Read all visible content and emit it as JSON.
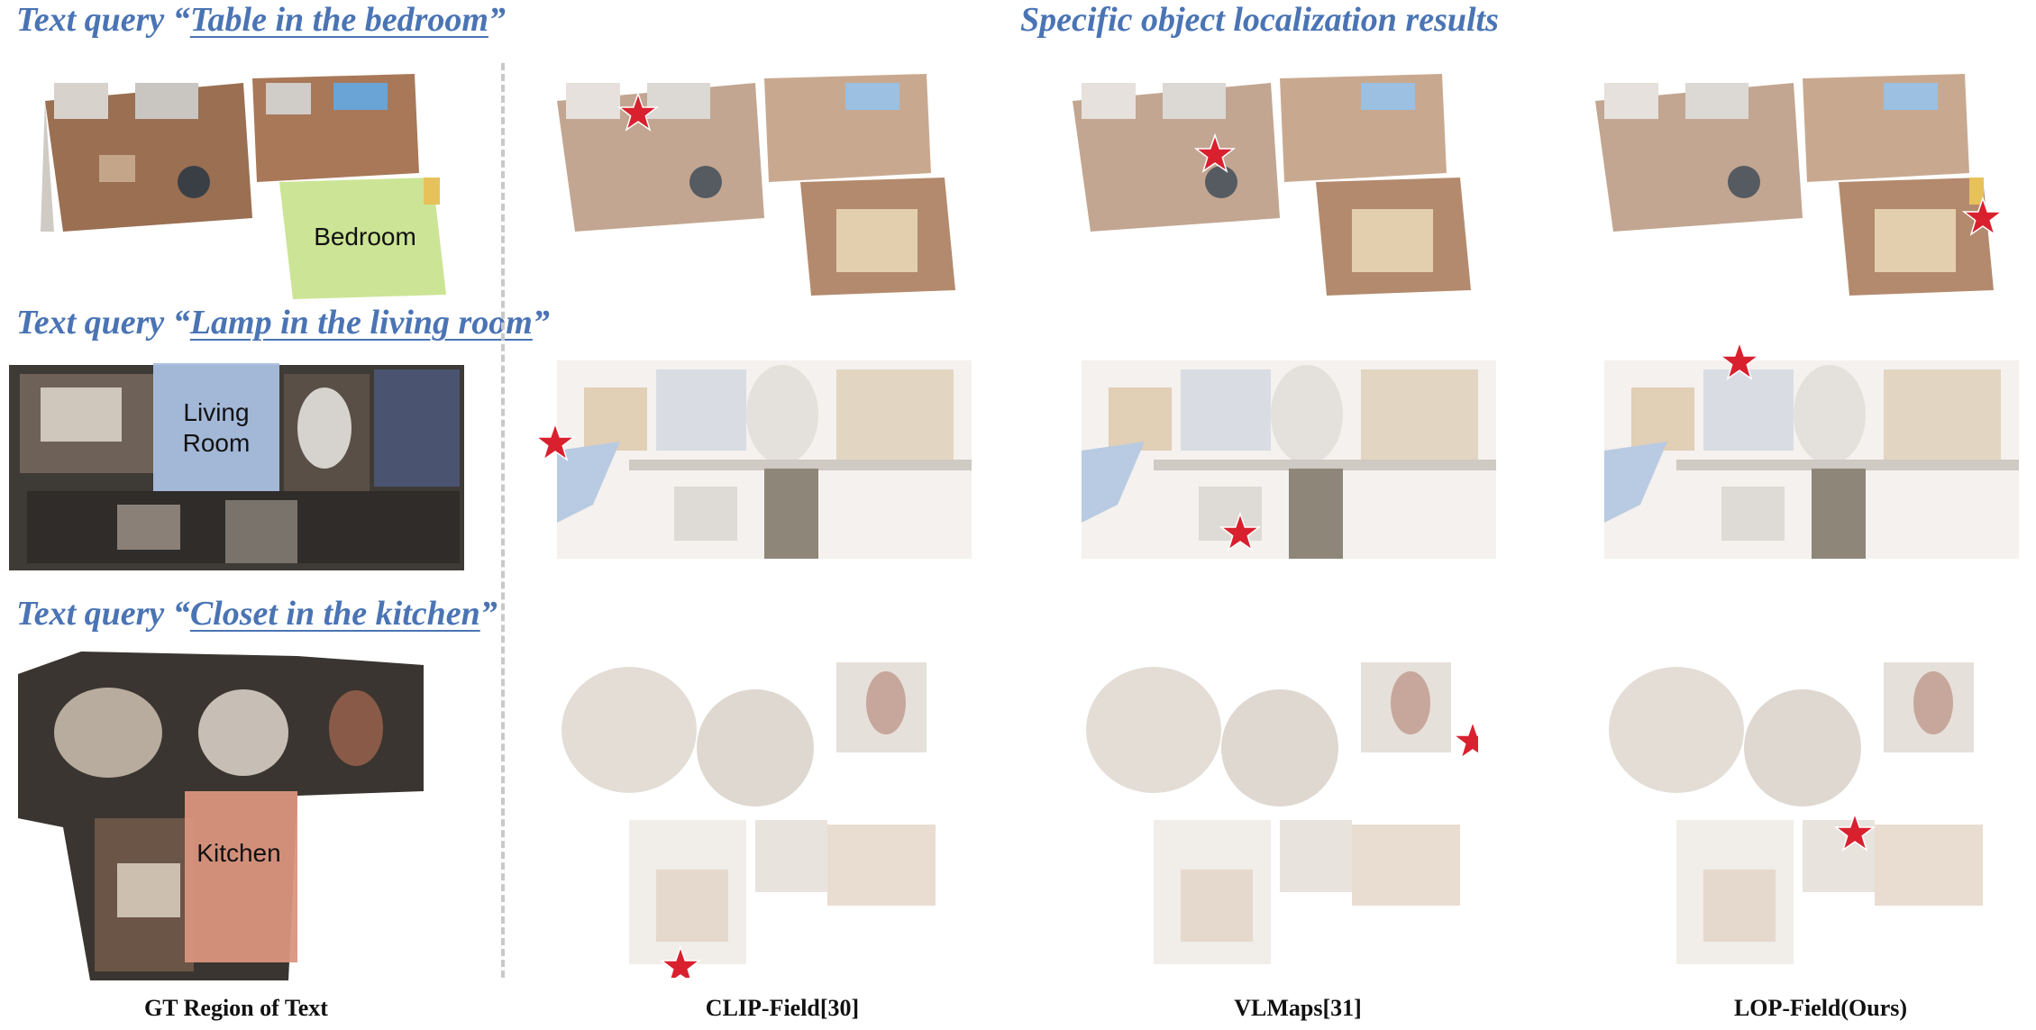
{
  "colors": {
    "query_text": "#4a74b4",
    "star": "#d9202e",
    "bedroom_region": "#c8e28c",
    "living_region": "#a9bfe0",
    "kitchen_region": "#d9957e"
  },
  "queries": [
    {
      "prefix": "Text query “",
      "phrase": "Table in the bedroom",
      "suffix": "”"
    },
    {
      "prefix": "Text query “",
      "phrase": "Lamp in the living room",
      "suffix": "”"
    },
    {
      "prefix": "Text query “",
      "phrase": "Closet in the kitchen",
      "suffix": "”"
    }
  ],
  "heading": "Specific object localization results",
  "regions": [
    "Bedroom",
    "Living\nRoom",
    "Kitchen"
  ],
  "region_lines": {
    "living_1": "Living",
    "living_2": "Room"
  },
  "captions": {
    "gt": "GT Region of Text",
    "clip": "CLIP-Field[30]",
    "vlmaps": "VLMaps[31]",
    "lop": "LOP-Field(Ours)"
  },
  "icons": {
    "result_marker": "star-icon"
  }
}
